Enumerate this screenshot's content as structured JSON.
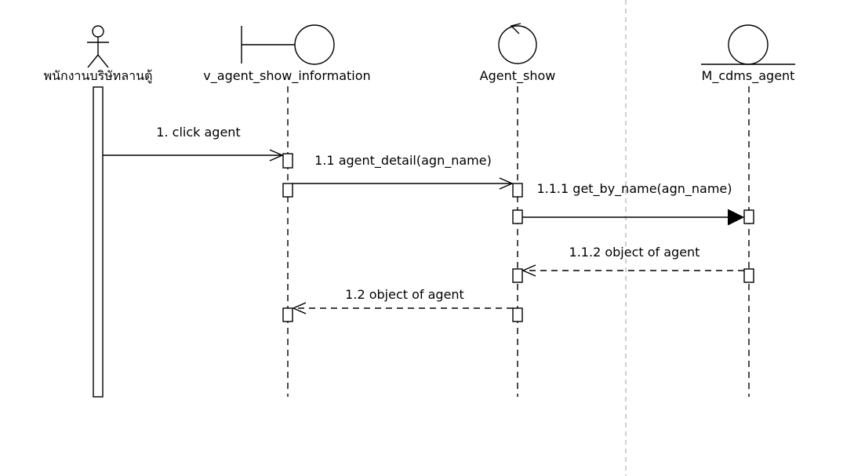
{
  "diagram": {
    "type": "sequence",
    "participants": [
      {
        "id": "actor",
        "kind": "actor",
        "name": "พนักงานบริษัทลานตู้"
      },
      {
        "id": "boundary",
        "kind": "boundary",
        "name": "v_agent_show_information"
      },
      {
        "id": "control",
        "kind": "control",
        "name": "Agent_show"
      },
      {
        "id": "entity",
        "kind": "entity",
        "name": "M_cdms_agent"
      }
    ],
    "messages": [
      {
        "id": "m1",
        "from": "actor",
        "to": "boundary",
        "style": "sync-open",
        "label": "1. click agent"
      },
      {
        "id": "m2",
        "from": "boundary",
        "to": "control",
        "style": "sync-open",
        "label": "1.1 agent_detail(agn_name)"
      },
      {
        "id": "m3",
        "from": "control",
        "to": "entity",
        "style": "sync-filled",
        "label": "1.1.1 get_by_name(agn_name)"
      },
      {
        "id": "m4",
        "from": "entity",
        "to": "control",
        "style": "return",
        "label": "1.1.2 object of agent"
      },
      {
        "id": "m5",
        "from": "control",
        "to": "boundary",
        "style": "return",
        "label": "1.2 object of agent"
      }
    ]
  }
}
